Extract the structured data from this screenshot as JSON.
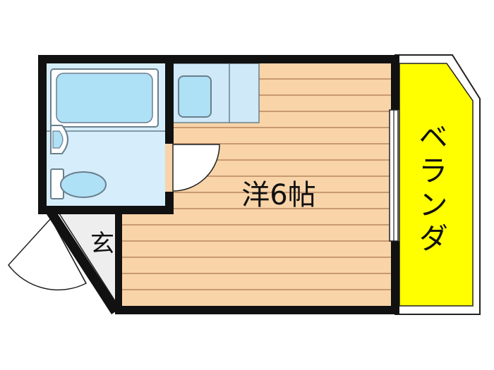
{
  "rooms": {
    "western_room": {
      "label": "洋6帖"
    },
    "entrance": {
      "label": "玄"
    },
    "balcony": {
      "label": "ベランダ"
    }
  },
  "colors": {
    "floor_wood": "#f8d4a8",
    "floor_line": "#b98560",
    "wet_area": "#d6eefc",
    "fixture": "#aee0f6",
    "fixture_stroke": "#6a7f8c",
    "balcony": "#ffff00",
    "entrance_floor": "#eeeeee",
    "wall": "#111111"
  },
  "icons": [
    "bathtub-icon",
    "sink-icon",
    "toilet-icon",
    "kitchen-sink-icon",
    "door-swing-icon",
    "window-icon"
  ]
}
